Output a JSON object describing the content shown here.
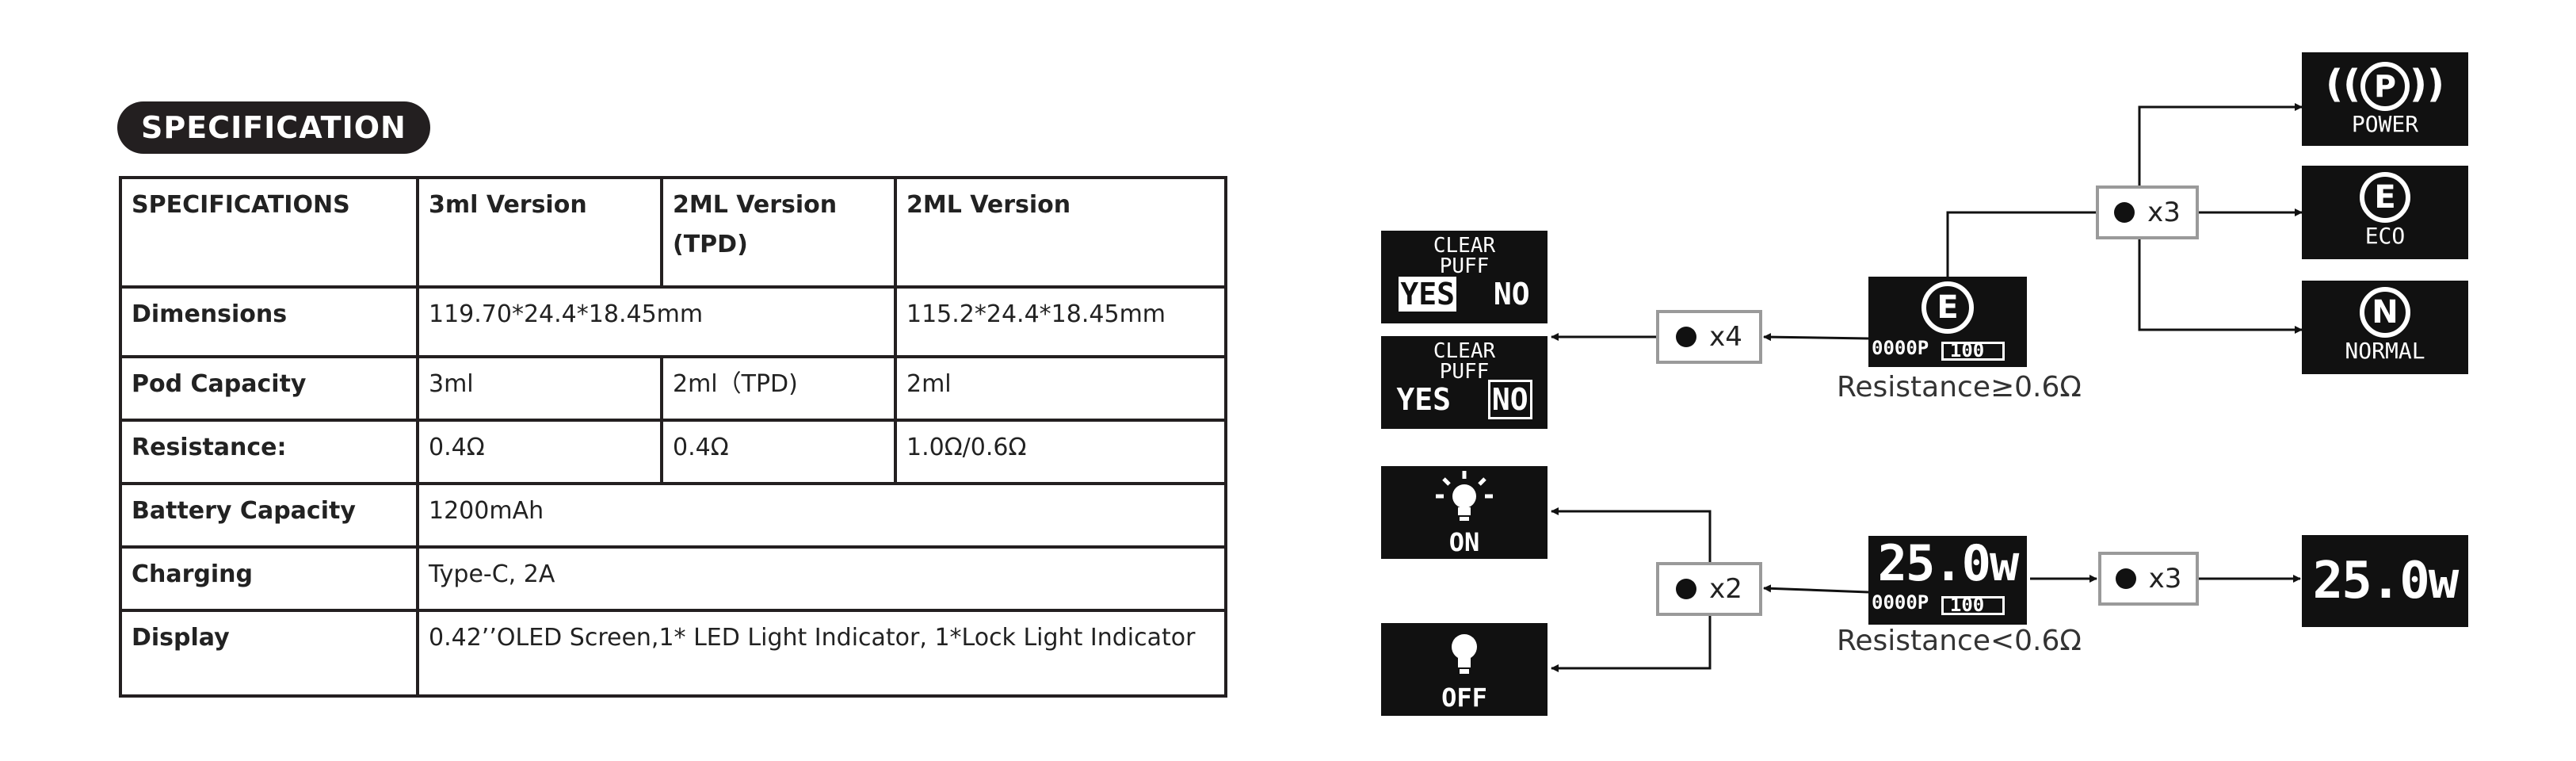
{
  "spec": {
    "title": "SPECIFICATION",
    "header": [
      "SPECIFICATIONS",
      "3ml Version",
      "2ML Version (TPD)",
      "2ML Version"
    ],
    "rows": [
      {
        "label": "Dimensions",
        "v3ml": "119.70*24.4*18.45mm",
        "v2ml": "115.2*24.4*18.45mm"
      },
      {
        "label": "Pod Capacity",
        "v3ml": "3ml",
        "v2tpd": "2ml（TPD)",
        "v2ml": "2ml"
      },
      {
        "label": "Resistance:",
        "v3ml": "0.4Ω",
        "v2tpd": "0.4Ω",
        "v2ml": "1.0Ω/0.6Ω"
      },
      {
        "label": "Battery Capacity",
        "value": "1200mAh"
      },
      {
        "label": "Charging",
        "value": "Type-C, 2A"
      },
      {
        "label": "Display",
        "value": "0.42’’OLED Screen,1* LED Light Indicator, 1*Lock Light Indicator"
      }
    ]
  },
  "diagram": {
    "clear_puff": {
      "line1": "CLEAR",
      "line2": "PUFF",
      "yes": "YES",
      "no": "NO"
    },
    "modes": {
      "power": {
        "letter": "P",
        "label": "POWER"
      },
      "eco": {
        "letter": "E",
        "label": "ECO"
      },
      "normal": {
        "letter": "N",
        "label": "NORMAL"
      }
    },
    "eco_screen": {
      "letter": "E",
      "puff": "0000P",
      "battery": "100"
    },
    "watt_screen": {
      "watts": "25.0w",
      "puff": "0000P",
      "battery": "100"
    },
    "watt_result": "25.0w",
    "light_on": "ON",
    "light_off": "OFF",
    "presses": {
      "x4": "x4",
      "x3_top": "x3",
      "x2": "x2",
      "x3_bottom": "x3"
    },
    "captions": {
      "high": "Resistance≥0.6Ω",
      "low": "Resistance<0.6Ω"
    }
  },
  "colors": {
    "screen": "#111111",
    "border": "#231f20",
    "button_border": "#9a9a9a",
    "arrow": "#111111"
  }
}
